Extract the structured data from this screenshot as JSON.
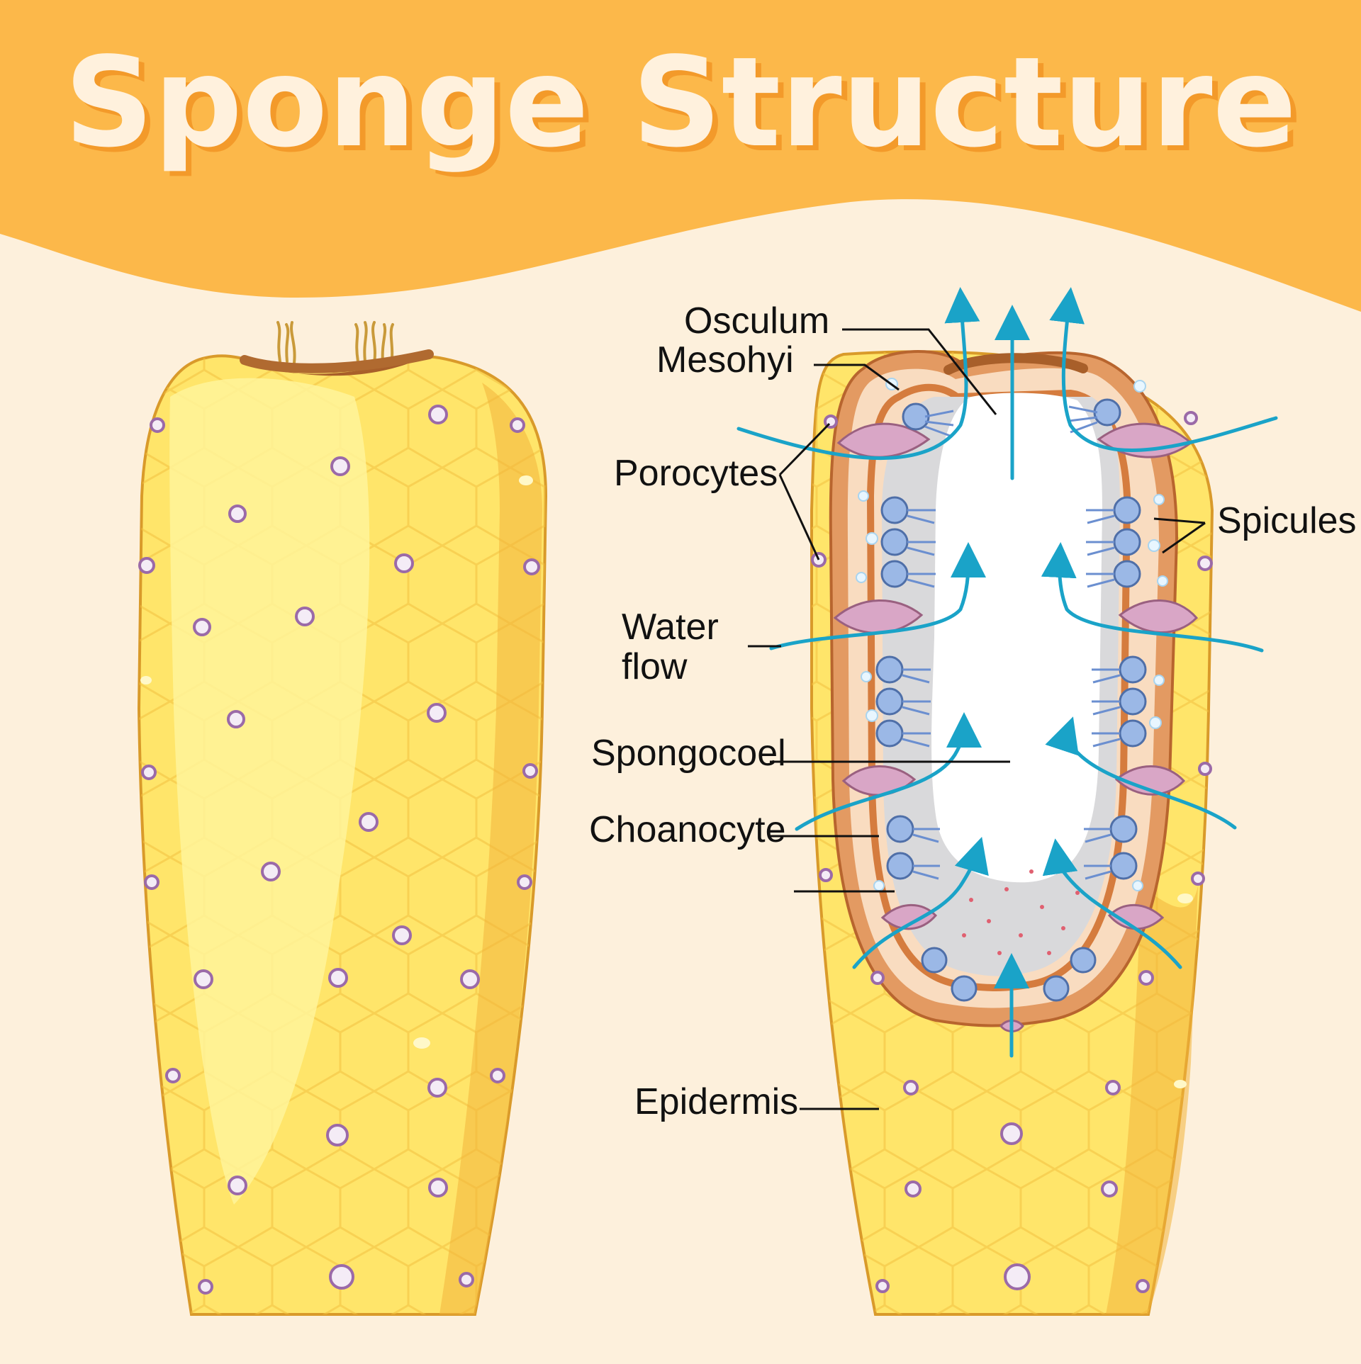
{
  "title": "Sponge Structure",
  "labels": {
    "osculum": "Osculum",
    "mesohyl": "Mesohyi",
    "porocytes": "Porocytes",
    "spicules": "Spicules",
    "water_flow_line1": "Water",
    "water_flow_line2": "flow",
    "spongocoel": "Spongocoel",
    "choanocyte": "Choanocyte",
    "epidermis": "Epidermis"
  },
  "colors": {
    "background": "#fdf0dc",
    "banner": "#fcb84a",
    "title_fill": "#fff1dd",
    "title_shadow": "#f39a2a",
    "body_yellow": "#ffe56a",
    "body_light": "#fff59a",
    "body_dark": "#f3b43a",
    "outline": "#d99a2a",
    "pore": "#b98bc4",
    "cross_section_wall": "#e39a62",
    "mesohyl": "#f9dcc0",
    "cavity": "#ffffff",
    "cavity_shadow": "#d9d9db",
    "water_arrow": "#1aa3c8",
    "choanocyte": "#9bb8e6",
    "porocyte": "#d9a6c6"
  }
}
